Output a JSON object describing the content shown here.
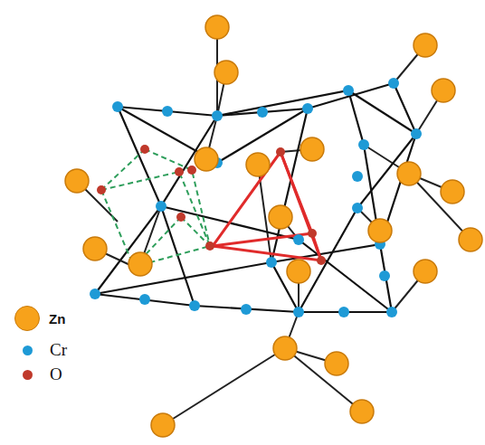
{
  "diagram": {
    "legend": [
      {
        "text": "Zn",
        "color": "#f7a21b"
      },
      {
        "text": "Cr",
        "color": "#1e9ad6"
      },
      {
        "text": "O",
        "color": "#c0392b"
      }
    ]
  }
}
